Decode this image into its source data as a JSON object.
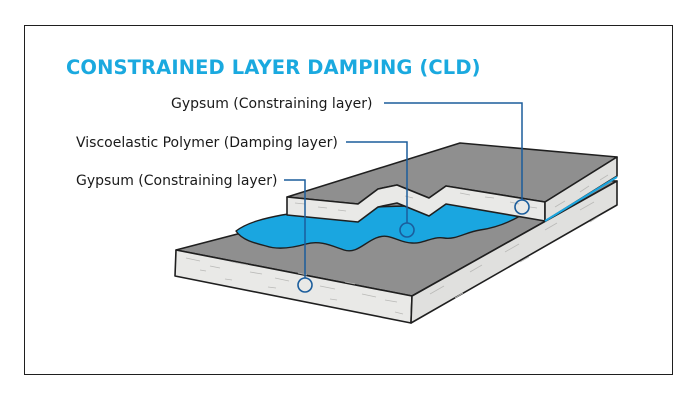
{
  "title": "CONSTRAINED LAYER DAMPING (CLD)",
  "labels": {
    "top_gypsum": "Gypsum (Constraining layer)",
    "polymer": "Viscoelastic Polymer (Damping layer)",
    "bottom_gypsum": "Gypsum (Constraining layer)"
  },
  "colors": {
    "title": "#1aa9df",
    "polymer": "#1aa6e0",
    "leader": "#1b5d9c",
    "board_top": "#8f8f8f",
    "board_edge": "#e9e9e7",
    "outline": "#1f1f1f"
  }
}
